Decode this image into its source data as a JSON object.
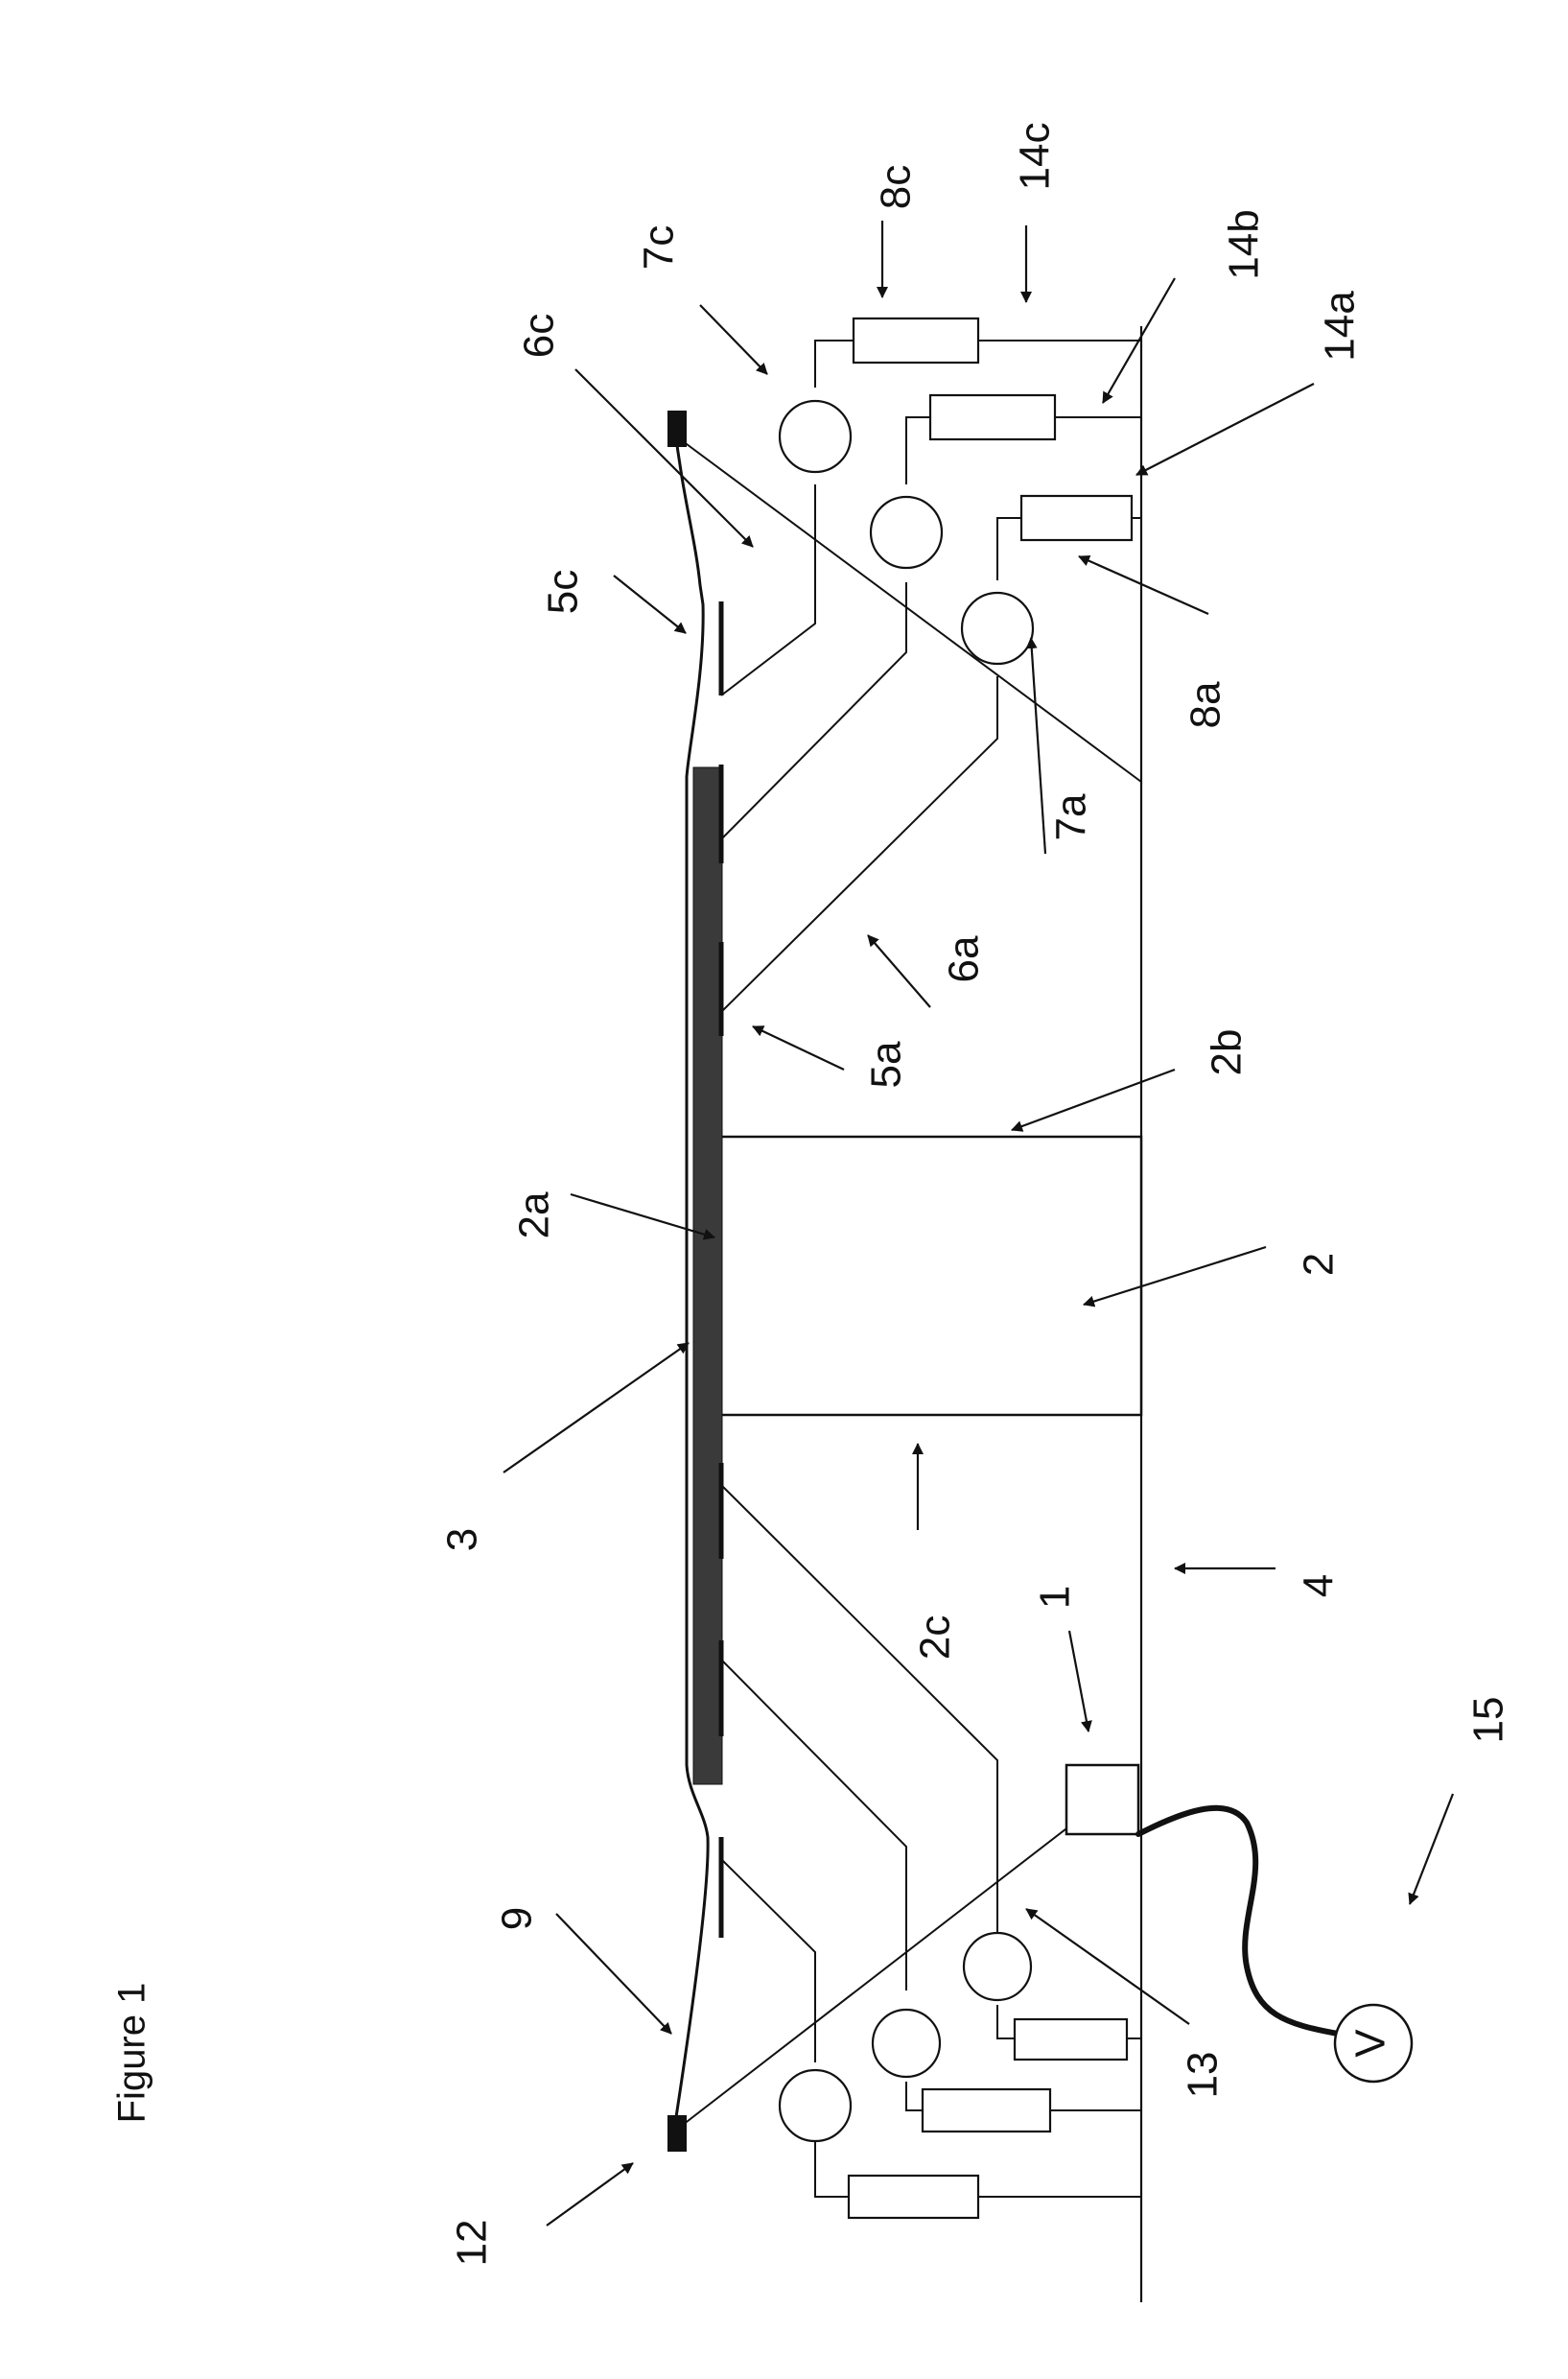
{
  "figure": {
    "title": "Figure 1",
    "labels": {
      "l1": "1",
      "l2": "2",
      "l2a": "2a",
      "l2b": "2b",
      "l2c": "2c",
      "l3": "3",
      "l4": "4",
      "l5a": "5a",
      "l5c": "5c",
      "l6a": "6a",
      "l6c": "6c",
      "l7a": "7a",
      "l7c": "7c",
      "l8a": "8a",
      "l8c": "8c",
      "l9": "9",
      "l12": "12",
      "l13": "13",
      "l14a": "14a",
      "l14b": "14b",
      "l14c": "14c",
      "l15": "15",
      "voltmeter": "V"
    }
  }
}
